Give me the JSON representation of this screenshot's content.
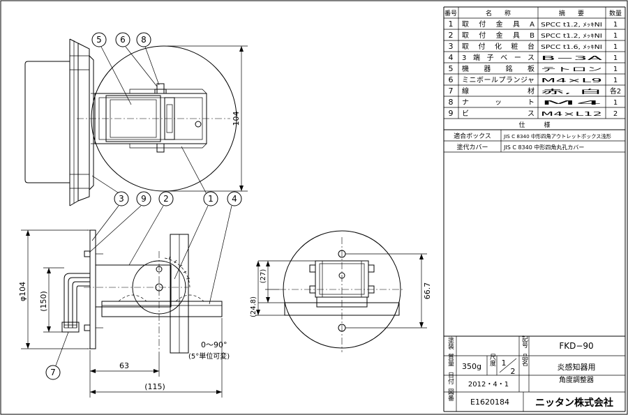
{
  "parts_table": {
    "headers": {
      "no": "番号",
      "name": "名　　称",
      "spec": "摘　　要",
      "qty": "数量"
    },
    "rows": [
      {
        "no": "1",
        "name": "取付金具A",
        "spec": "SPCC t1.2, ﾒｯｷNI",
        "qty": "1"
      },
      {
        "no": "2",
        "name": "取付金具B",
        "spec": "SPCC t1.2, ﾒｯｷNI",
        "qty": "1"
      },
      {
        "no": "3",
        "name": "取付化粧台",
        "spec": "SPCC t1.6, ﾒｯｷNI",
        "qty": "1"
      },
      {
        "no": "4",
        "name": "3端子ベース",
        "spec": "B−3A",
        "qty": "1"
      },
      {
        "no": "5",
        "name": "機器銘板",
        "spec": "テトロン",
        "qty": "1"
      },
      {
        "no": "6",
        "name": "ミニボールプランジャ",
        "spec": "M4×L9",
        "qty": "1"
      },
      {
        "no": "7",
        "name": "線材",
        "spec": "赤, 白",
        "qty": "各2"
      },
      {
        "no": "8",
        "name": "ナット",
        "spec": "M4",
        "qty": "1"
      },
      {
        "no": "9",
        "name": "ビス",
        "spec": "M4×L12",
        "qty": "2"
      }
    ],
    "spec_header": "仕　　　様",
    "spec_rows": [
      {
        "label": "適合ボックス",
        "value": "JIS C 8340 中形四角アウトレットボックス浅形"
      },
      {
        "label": "塗代カバー",
        "value": "JIS C 8340 中形四角丸孔カバー"
      }
    ]
  },
  "title_block": {
    "paint_label": "塗装",
    "code_label": "記号",
    "code_value": "FKD−90",
    "mass_label": "質量",
    "mass_value": "350g",
    "scale_label": "尺度",
    "scale_num": "1",
    "scale_den": "2",
    "name_label": "品名",
    "name_line1": "炎感知器用",
    "name_line2": "角度調整器",
    "date_label": "日付",
    "date_value": "2012・4・1",
    "drawing_no_label": "図番",
    "drawing_no": "E1620184",
    "company": "ニッタン株式会社"
  },
  "callouts": {
    "top_view": [
      "5",
      "6",
      "8"
    ],
    "side_view": [
      "3",
      "9",
      "2",
      "1",
      "4"
    ],
    "bottom": "7"
  },
  "dims": {
    "d104_right": "104",
    "phi104": "φ104",
    "d150": "(150)",
    "d63": "63",
    "d115": "(115)",
    "angle": "0〜90°",
    "angle_note": "(5°単位可変)",
    "d248": "(24.8)",
    "d27": "(27)",
    "d667": "66.7"
  }
}
